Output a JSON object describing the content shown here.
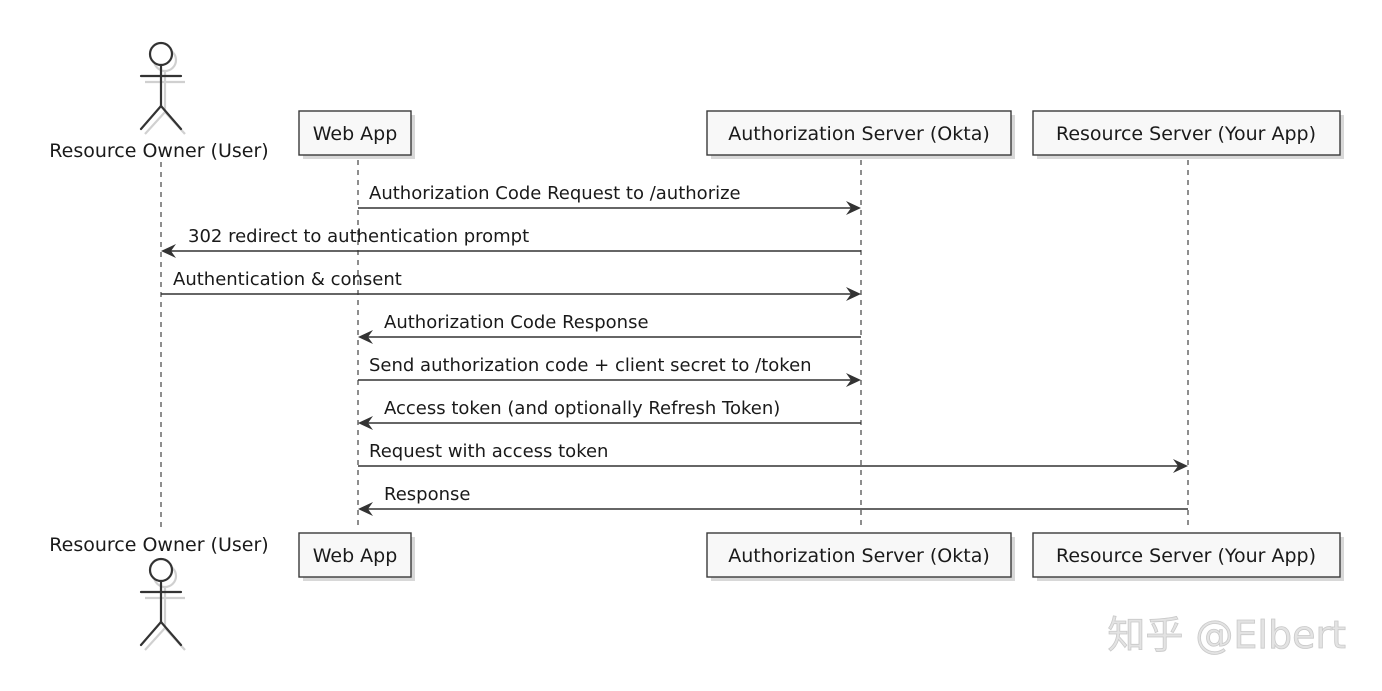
{
  "participants": {
    "user": {
      "label": "Resource Owner (User)"
    },
    "webapp": {
      "label": "Web App"
    },
    "authserver": {
      "label": "Authorization Server (Okta)"
    },
    "resourceserver": {
      "label": "Resource Server (Your App)"
    }
  },
  "messages": [
    {
      "from": "webapp",
      "to": "authserver",
      "label": "Authorization Code Request to /authorize"
    },
    {
      "from": "authserver",
      "to": "user",
      "label": "302 redirect to authentication prompt"
    },
    {
      "from": "user",
      "to": "authserver",
      "label": "Authentication & consent"
    },
    {
      "from": "authserver",
      "to": "webapp",
      "label": "Authorization Code Response"
    },
    {
      "from": "webapp",
      "to": "authserver",
      "label": "Send authorization code + client secret to /token"
    },
    {
      "from": "authserver",
      "to": "webapp",
      "label": "Access token (and optionally Refresh Token)"
    },
    {
      "from": "webapp",
      "to": "resourceserver",
      "label": "Request with access token"
    },
    {
      "from": "resourceserver",
      "to": "webapp",
      "label": "Response"
    }
  ],
  "watermark": {
    "text": "知乎 @Elbert"
  }
}
